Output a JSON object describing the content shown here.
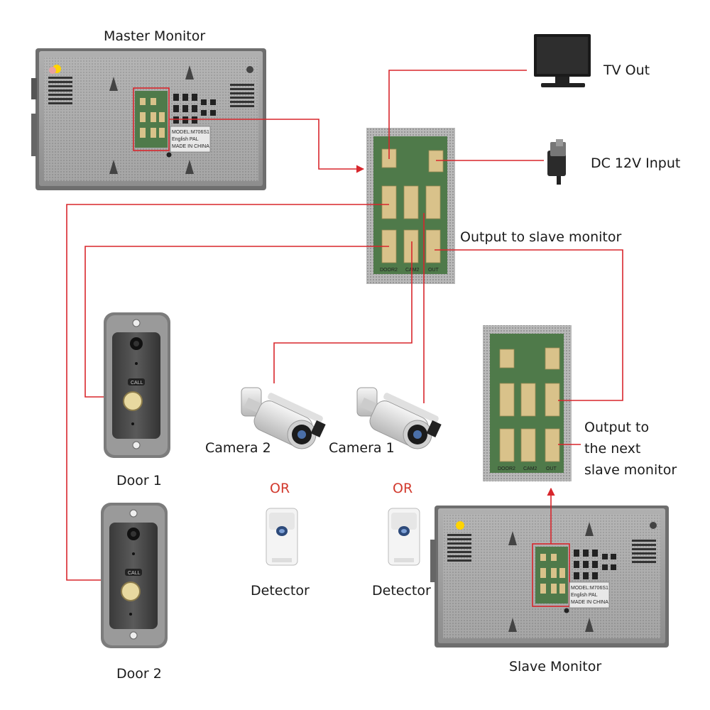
{
  "labels": {
    "master_monitor": "Master Monitor",
    "tv_out": "TV Out",
    "dc_input": "DC 12V Input",
    "output_slave": "Output to slave monitor",
    "output_next_1": "Output to",
    "output_next_2": "the next",
    "output_next_3": "slave monitor",
    "door1": "Door 1",
    "door2": "Door 2",
    "camera2": "Camera 2",
    "camera1": "Camera 1",
    "or": "OR",
    "detector": "Detector",
    "slave_monitor": "Slave Monitor"
  },
  "monitor_label": {
    "model": "MODEL:M706S1",
    "lang": "English PAL",
    "made": "MADE IN CHINA"
  },
  "board_labels": {
    "door2": "DOOR2",
    "cam2": "CAM2",
    "out": "OUT"
  },
  "doorbell_call": "CALL",
  "colors": {
    "wire": "#d8262c",
    "monitor_body": "#9a9a9a",
    "board_green": "#4f7a4a"
  }
}
